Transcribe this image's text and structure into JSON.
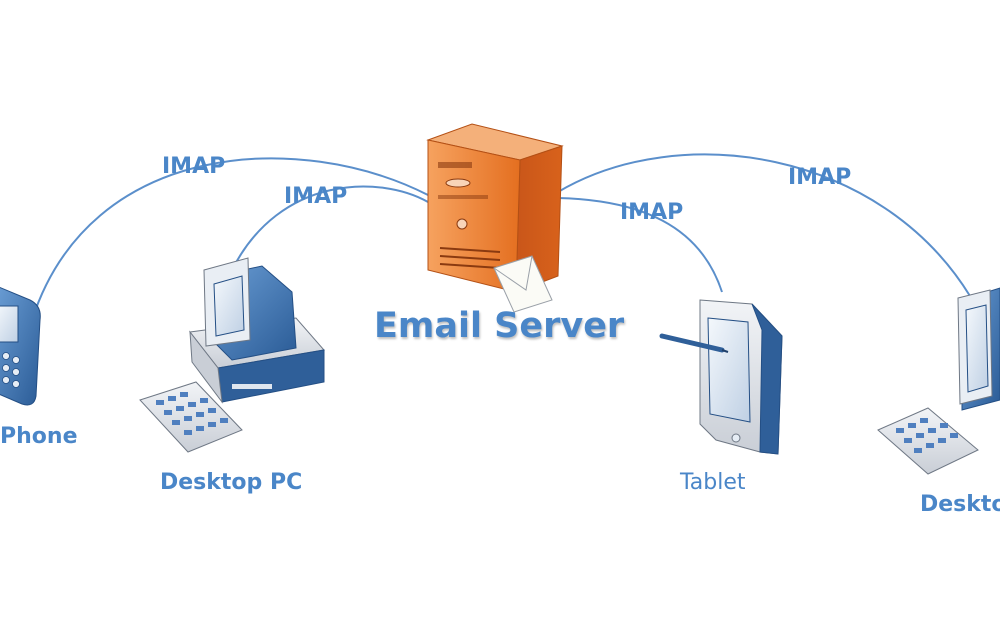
{
  "server": {
    "label": "Email Server"
  },
  "connections": [
    {
      "label": "IMAP"
    },
    {
      "label": "IMAP"
    },
    {
      "label": "IMAP"
    },
    {
      "label": "IMAP"
    }
  ],
  "devices": [
    {
      "label": "Phone"
    },
    {
      "label": "Desktop PC"
    },
    {
      "label": "Tablet"
    },
    {
      "label": "Deskto"
    }
  ],
  "colors": {
    "link": "#4a86c8",
    "server_orange": "#e8711f",
    "device_blue": "#3d6fa8",
    "screen": "#dfe8f2"
  }
}
